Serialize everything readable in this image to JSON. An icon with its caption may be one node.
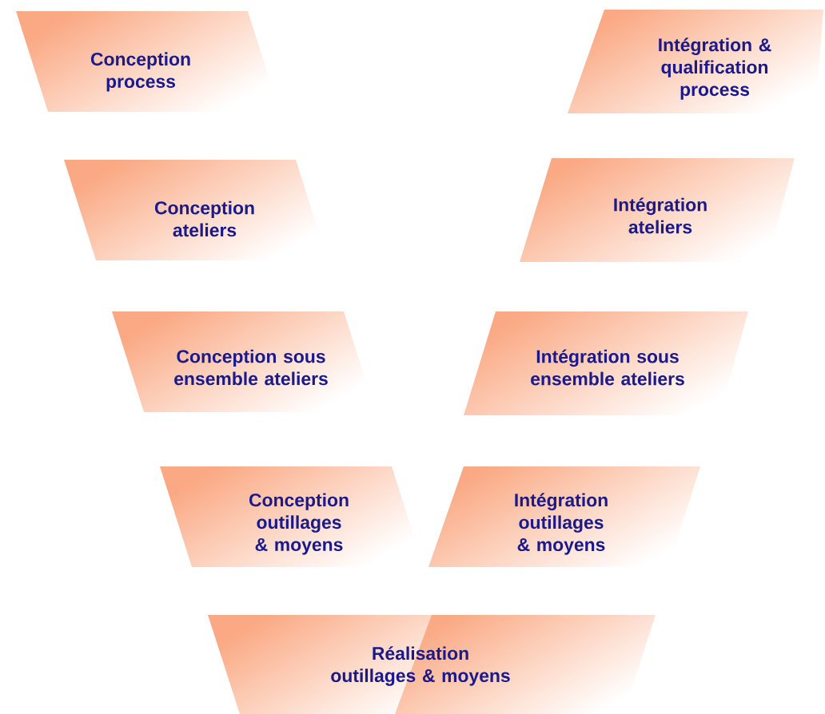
{
  "diagram": {
    "nodes": [
      {
        "text": [
          "Conception process"
        ]
      },
      {
        "text": [
          "Conception ateliers"
        ]
      },
      {
        "text": [
          "Conception sous ensemble ateliers"
        ]
      },
      {
        "text": [
          "Conception outillages & moyens"
        ]
      },
      {
        "text": [
          "Réalisation outillages & moyens"
        ]
      },
      {
        "text": [
          "Intégration outillages & moyens"
        ]
      },
      {
        "text": [
          "Intégration sous ensemble ateliers"
        ]
      },
      {
        "text": [
          "Intégration ateliers"
        ]
      },
      {
        "text": [
          "Intégration & qualification process"
        ]
      }
    ]
  }
}
